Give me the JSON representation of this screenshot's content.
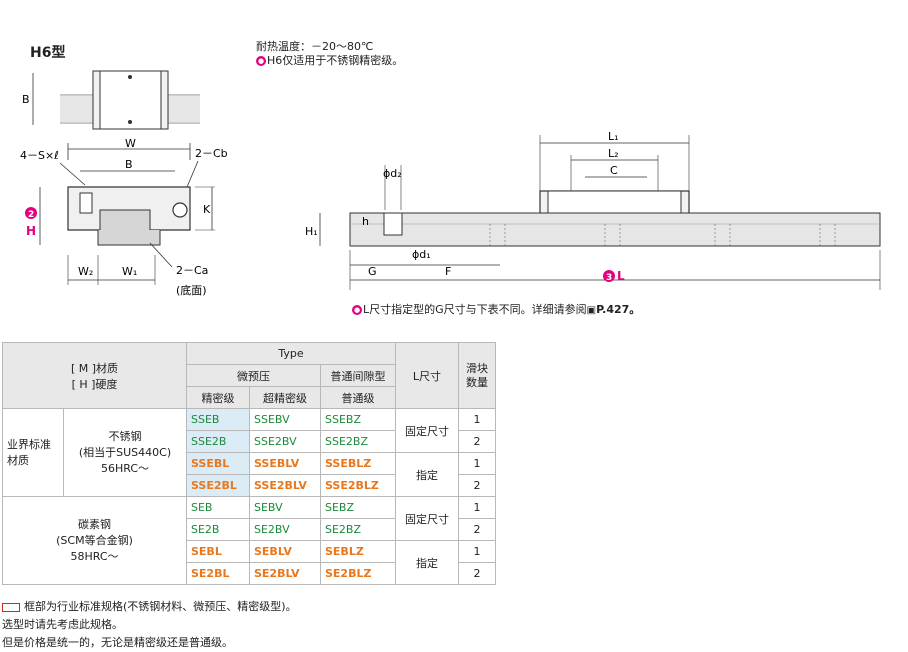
{
  "figure": {
    "title": "H6型",
    "spec_note": "耐热温度：－20～80℃",
    "stainless_note": "H6仅适用于不锈钢精密级。",
    "l_note": "L尺寸指定型的G尺寸与下表不同。详细请参阅",
    "page_ref": "P.427。",
    "bottom_note": "(底面)",
    "dims": {
      "B_top": "B",
      "W": "W",
      "B": "B",
      "S_l": "4－S×ℓ",
      "Cb": "2－Cb",
      "H_badge": "2",
      "H": "H",
      "K": "K",
      "W2": "W₂",
      "W1": "W₁",
      "Ca": "2－Ca",
      "L1": "L₁",
      "L2": "L₂",
      "C": "C",
      "d2": "ϕd₂",
      "h": "h",
      "H1": "H₁",
      "G": "G",
      "d1": "ϕd₁",
      "F": "F",
      "L_badge": "3",
      "L": "L"
    }
  },
  "table": {
    "header": {
      "material": "[ M ]材质",
      "hardness": "[ H ]硬度",
      "type": "Type",
      "micro_preload": "微预压",
      "normal_clearance": "普通间隙型",
      "precision": "精密级",
      "ultra_precision": "超精密级",
      "normal": "普通级",
      "l_size": "L尺寸",
      "block_count": "滑块数量"
    },
    "industry": "业界标准材质",
    "stainless": {
      "name": "不锈钢",
      "equiv": "(相当于SUS440C)",
      "hrc": "56HRC～"
    },
    "carbon": {
      "name": "碳素钢",
      "equiv": "(SCM等合金钢)",
      "hrc": "58HRC～"
    },
    "fixed": "固定尺寸",
    "specified": "指定",
    "rows": [
      {
        "p": "SSEB",
        "up": "SSEBV",
        "n": "SSEBZ",
        "count": "1"
      },
      {
        "p": "SSE2B",
        "up": "SSE2BV",
        "n": "SSE2BZ",
        "count": "2"
      },
      {
        "p": "SSEBL",
        "up": "SSEBLV",
        "n": "SSEBLZ",
        "count": "1"
      },
      {
        "p": "SSE2BL",
        "up": "SSE2BLV",
        "n": "SSE2BLZ",
        "count": "2"
      },
      {
        "p": "SEB",
        "up": "SEBV",
        "n": "SEBZ",
        "count": "1"
      },
      {
        "p": "SE2B",
        "up": "SE2BV",
        "n": "SE2BZ",
        "count": "2"
      },
      {
        "p": "SEBL",
        "up": "SEBLV",
        "n": "SEBLZ",
        "count": "1"
      },
      {
        "p": "SE2BL",
        "up": "SE2BLV",
        "n": "SE2BLZ",
        "count": "2"
      }
    ]
  },
  "footer": {
    "legend": "框部为行业标准规格(不锈钢材料、微预压、精密级型)。",
    "line2": "选型时请先考虑此规格。",
    "line3": "但是价格是统一的，无论是精密级还是普通级。"
  },
  "colors": {
    "accent": "#e4007f",
    "standard_fill": "#dcecf7",
    "green_text": "#1a8a3a",
    "orange_text": "#e8781e",
    "legend_border": "#d9261c"
  }
}
